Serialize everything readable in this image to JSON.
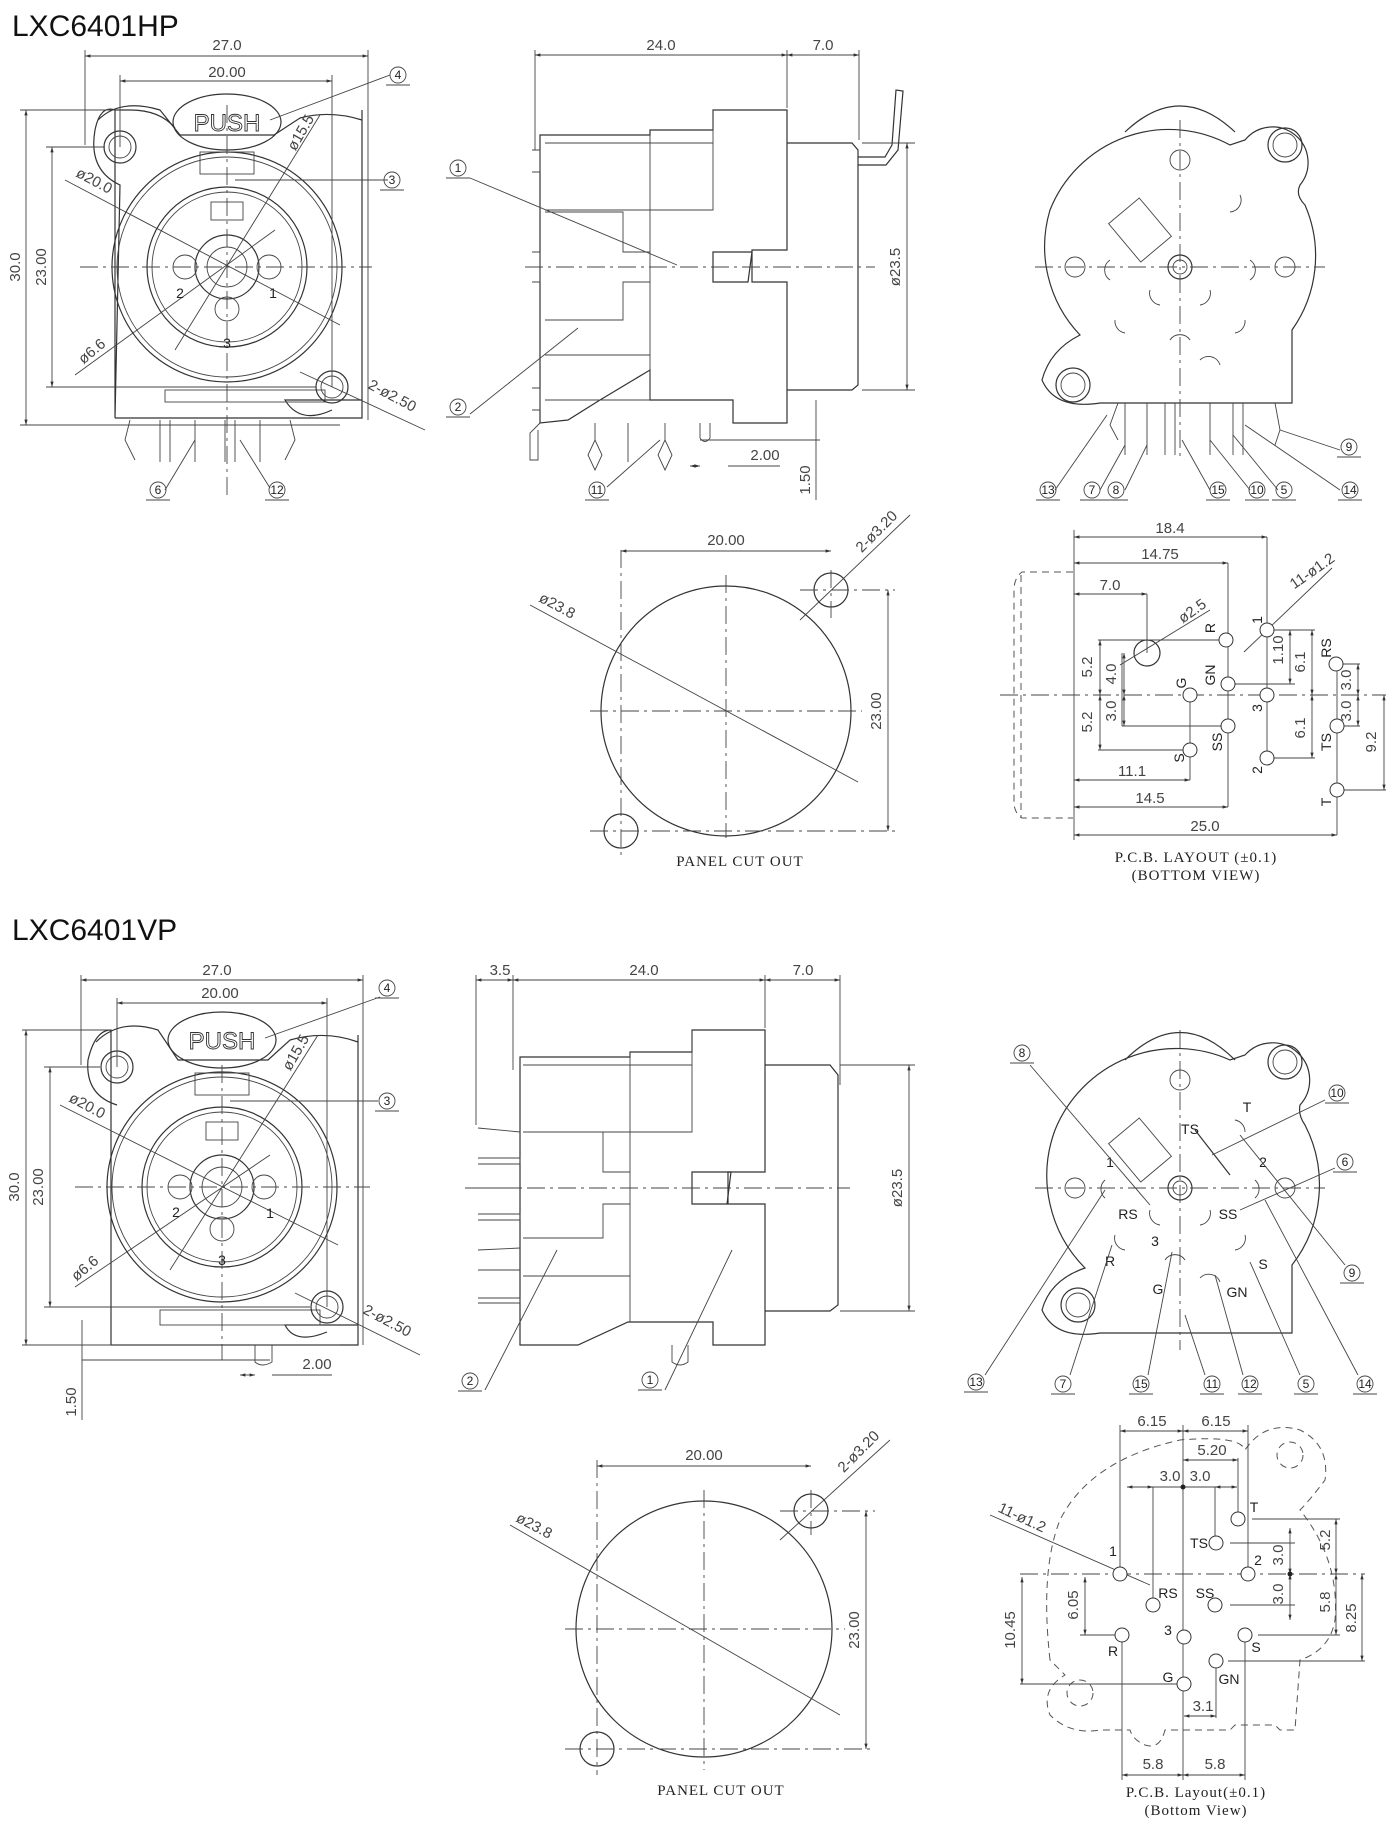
{
  "hp": {
    "title": "LXC6401HP",
    "front": {
      "push": "PUSH",
      "d27": "27.0",
      "d20": "20.00",
      "d30": "30.0",
      "d23": "23.00",
      "dia155": "ø15.5",
      "dia20": "ø20.0",
      "dia66": "ø6.6",
      "holes": "2-ø2.50",
      "p1": "1",
      "p2": "2",
      "p3": "3",
      "c4": "4",
      "c3": "3",
      "c6": "6",
      "c12": "12"
    },
    "side": {
      "d24": "24.0",
      "d7": "7.0",
      "dia235": "ø23.5",
      "d200": "2.00",
      "d150": "1.50",
      "c1": "1",
      "c2": "2",
      "c11": "11"
    },
    "rear": {
      "c13": "13",
      "c7": "7",
      "c8": "8",
      "c15": "15",
      "c10": "10",
      "c5": "5",
      "c14": "14",
      "c9": "9"
    },
    "cutout": {
      "d20": "20.00",
      "d23": "23.00",
      "dia238": "ø23.8",
      "holes": "2-ø3.20",
      "caption": "PANEL CUT OUT"
    },
    "pcb": {
      "d184": "18.4",
      "d1475": "14.75",
      "d70": "7.0",
      "dia25": "ø2.5",
      "d52a": "5.2",
      "d40": "4.0",
      "d52b": "5.2",
      "d30a": "3.0",
      "d111": "11.1",
      "d145": "14.5",
      "d250": "25.0",
      "holes": "11-ø1.2",
      "d110": "1.10",
      "d61a": "6.1",
      "d61b": "6.1",
      "d30b": "3.0",
      "d30c": "3.0",
      "d92": "9.2",
      "pins": {
        "R": "R",
        "GN": "GN",
        "G": "G",
        "SS": "SS",
        "S": "S",
        "p1": "1",
        "p3": "3",
        "p2": "2",
        "RS": "RS",
        "TS": "TS",
        "T": "T"
      },
      "caption1": "P.C.B. LAYOUT (±0.1)",
      "caption2": "(BOTTOM VIEW)"
    }
  },
  "vp": {
    "title": "LXC6401VP",
    "front": {
      "push": "PUSH",
      "d27": "27.0",
      "d20": "20.00",
      "d30": "30.0",
      "d23": "23.00",
      "dia155": "ø15.5",
      "dia20": "ø20.0",
      "dia66": "ø6.6",
      "holes": "2-ø2.50",
      "p1": "1",
      "p2": "2",
      "p3": "3",
      "c4": "4",
      "c3": "3",
      "d200": "2.00",
      "d150": "1.50"
    },
    "side": {
      "d35": "3.5",
      "d24": "24.0",
      "d7": "7.0",
      "dia235": "ø23.5",
      "c1": "1",
      "c2": "2"
    },
    "rear": {
      "labels": {
        "T": "T",
        "TS": "TS",
        "p2": "2",
        "p1": "1",
        "RS": "RS",
        "SS": "SS",
        "p3": "3",
        "R": "R",
        "S": "S",
        "G": "G",
        "GN": "GN"
      },
      "c8": "8",
      "c10": "10",
      "c6": "6",
      "c9": "9",
      "c13": "13",
      "c7": "7",
      "c15": "15",
      "c11": "11",
      "c12": "12",
      "c5": "5",
      "c14": "14"
    },
    "cutout": {
      "d20": "20.00",
      "d23": "23.00",
      "dia238": "ø23.8",
      "holes": "2-ø3.20",
      "caption": "PANEL CUT OUT"
    },
    "pcb": {
      "d615a": "6.15",
      "d615b": "6.15",
      "d520": "5.20",
      "d30a": "3.0",
      "d30b": "3.0",
      "holes": "11-ø1.2",
      "d30c": "3.0",
      "d30d": "3.0",
      "d52": "5.2",
      "d58": "5.8",
      "d825": "8.25",
      "d1045": "10.45",
      "d605": "6.05",
      "d31": "3.1",
      "d58a": "5.8",
      "d58b": "5.8",
      "pins": {
        "p1": "1",
        "p2": "2",
        "RS": "RS",
        "SS": "SS",
        "p3": "3",
        "R": "R",
        "S": "S",
        "G": "G",
        "GN": "GN",
        "TS": "TS",
        "T": "T"
      },
      "caption1": "P.C.B. Layout(±0.1)",
      "caption2": "(Bottom View)"
    }
  }
}
